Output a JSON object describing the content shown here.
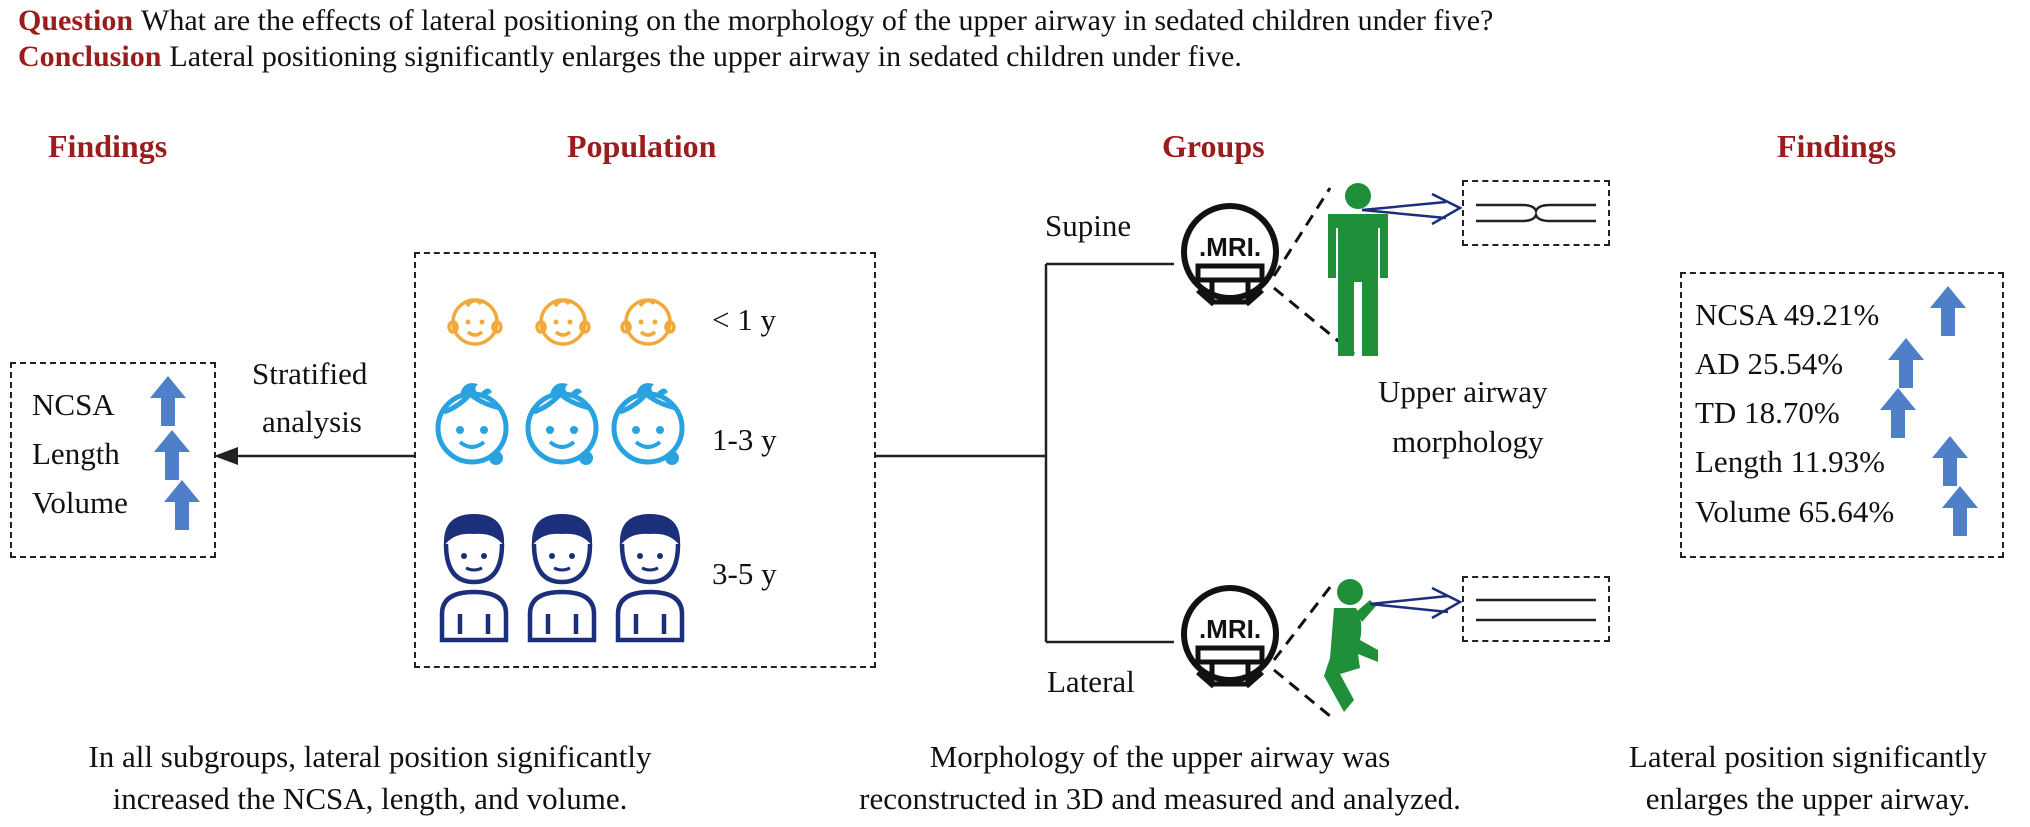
{
  "question": {
    "label": "Question",
    "text": "What are the effects of lateral positioning on the morphology of the upper airway in sedated children under five?"
  },
  "conclusion": {
    "label": "Conclusion",
    "text": "Lateral positioning significantly enlarges the upper airway in sedated children under five."
  },
  "left_findings": {
    "heading": "Findings",
    "items": [
      "NCSA",
      "Length",
      "Volume"
    ],
    "caption_line1": "In all subgroups, lateral position significantly",
    "caption_line2": "increased the NCSA, length, and volume."
  },
  "stratified": {
    "line1": "Stratified",
    "line2": "analysis"
  },
  "population": {
    "heading": "Population",
    "age_groups": [
      "< 1 y",
      "1-3 y",
      "3-5 y"
    ]
  },
  "groups": {
    "heading": "Groups",
    "supine": "Supine",
    "lateral": "Lateral",
    "mri_label": ".MRI.",
    "morphology_line1": "Upper airway",
    "morphology_line2": "morphology",
    "caption_line1": "Morphology of the upper airway was",
    "caption_line2": "reconstructed in 3D and measured and analyzed."
  },
  "right_findings": {
    "heading": "Findings",
    "items": [
      "NCSA 49.21%",
      "AD 25.54%",
      "TD 18.70%",
      "Length 11.93%",
      "Volume 65.64%"
    ],
    "caption_line1": "Lateral position significantly",
    "caption_line2": "enlarges the upper airway."
  },
  "colors": {
    "heading_red": "#9b1c1c",
    "arrow_blue": "#4f7fc9",
    "figure_green": "#1f8f3a",
    "baby_orange": "#f2a93b",
    "toddler_blue": "#29a3e0",
    "child_navy": "#1b2f7a"
  },
  "icons": [
    "up-arrow-icon",
    "baby-face-icon",
    "toddler-face-icon",
    "child-icon",
    "mri-scanner-icon",
    "standing-person-icon",
    "kneeling-person-icon",
    "airway-narrow-icon",
    "airway-wide-icon"
  ]
}
